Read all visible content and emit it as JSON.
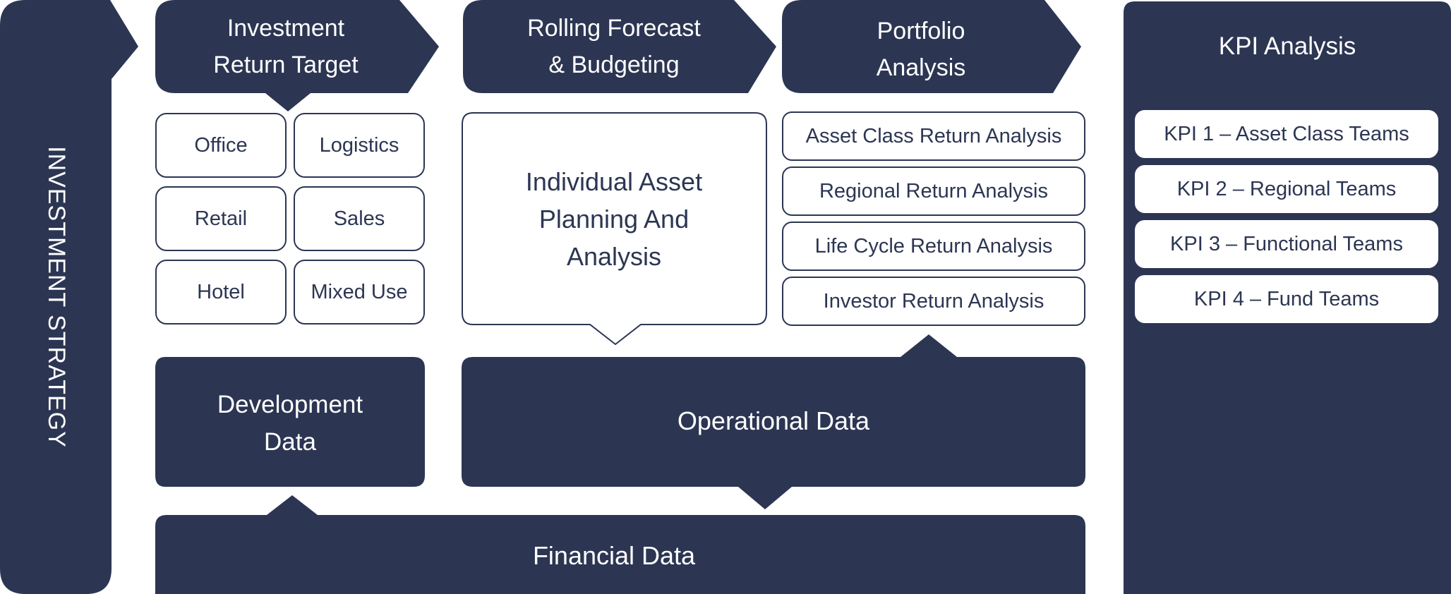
{
  "colors": {
    "primary": "#2c3653",
    "background": "#ffffff",
    "text_on_dark": "#ffffff"
  },
  "strategy": {
    "label": "INVESTMENT STRATEGY"
  },
  "headers": {
    "investment_return_target": "Investment\nReturn Target",
    "rolling_forecast": "Rolling Forecast\n& Budgeting",
    "portfolio_analysis": "Portfolio\nAnalysis"
  },
  "asset_classes": [
    "Office",
    "Logistics",
    "Retail",
    "Sales",
    "Hotel",
    "Mixed Use"
  ],
  "individual_asset": {
    "label": "Individual Asset\nPlanning And\nAnalysis"
  },
  "portfolio_items": [
    "Asset Class Return Analysis",
    "Regional Return Analysis",
    "Life Cycle Return Analysis",
    "Investor Return Analysis"
  ],
  "kpi": {
    "title": "KPI Analysis",
    "items": [
      "KPI 1 – Asset Class Teams",
      "KPI 2 – Regional Teams",
      "KPI 3 – Functional Teams",
      "KPI 4 – Fund Teams"
    ]
  },
  "data_blocks": {
    "development": "Development\nData",
    "operational": "Operational Data",
    "financial": "Financial Data"
  }
}
